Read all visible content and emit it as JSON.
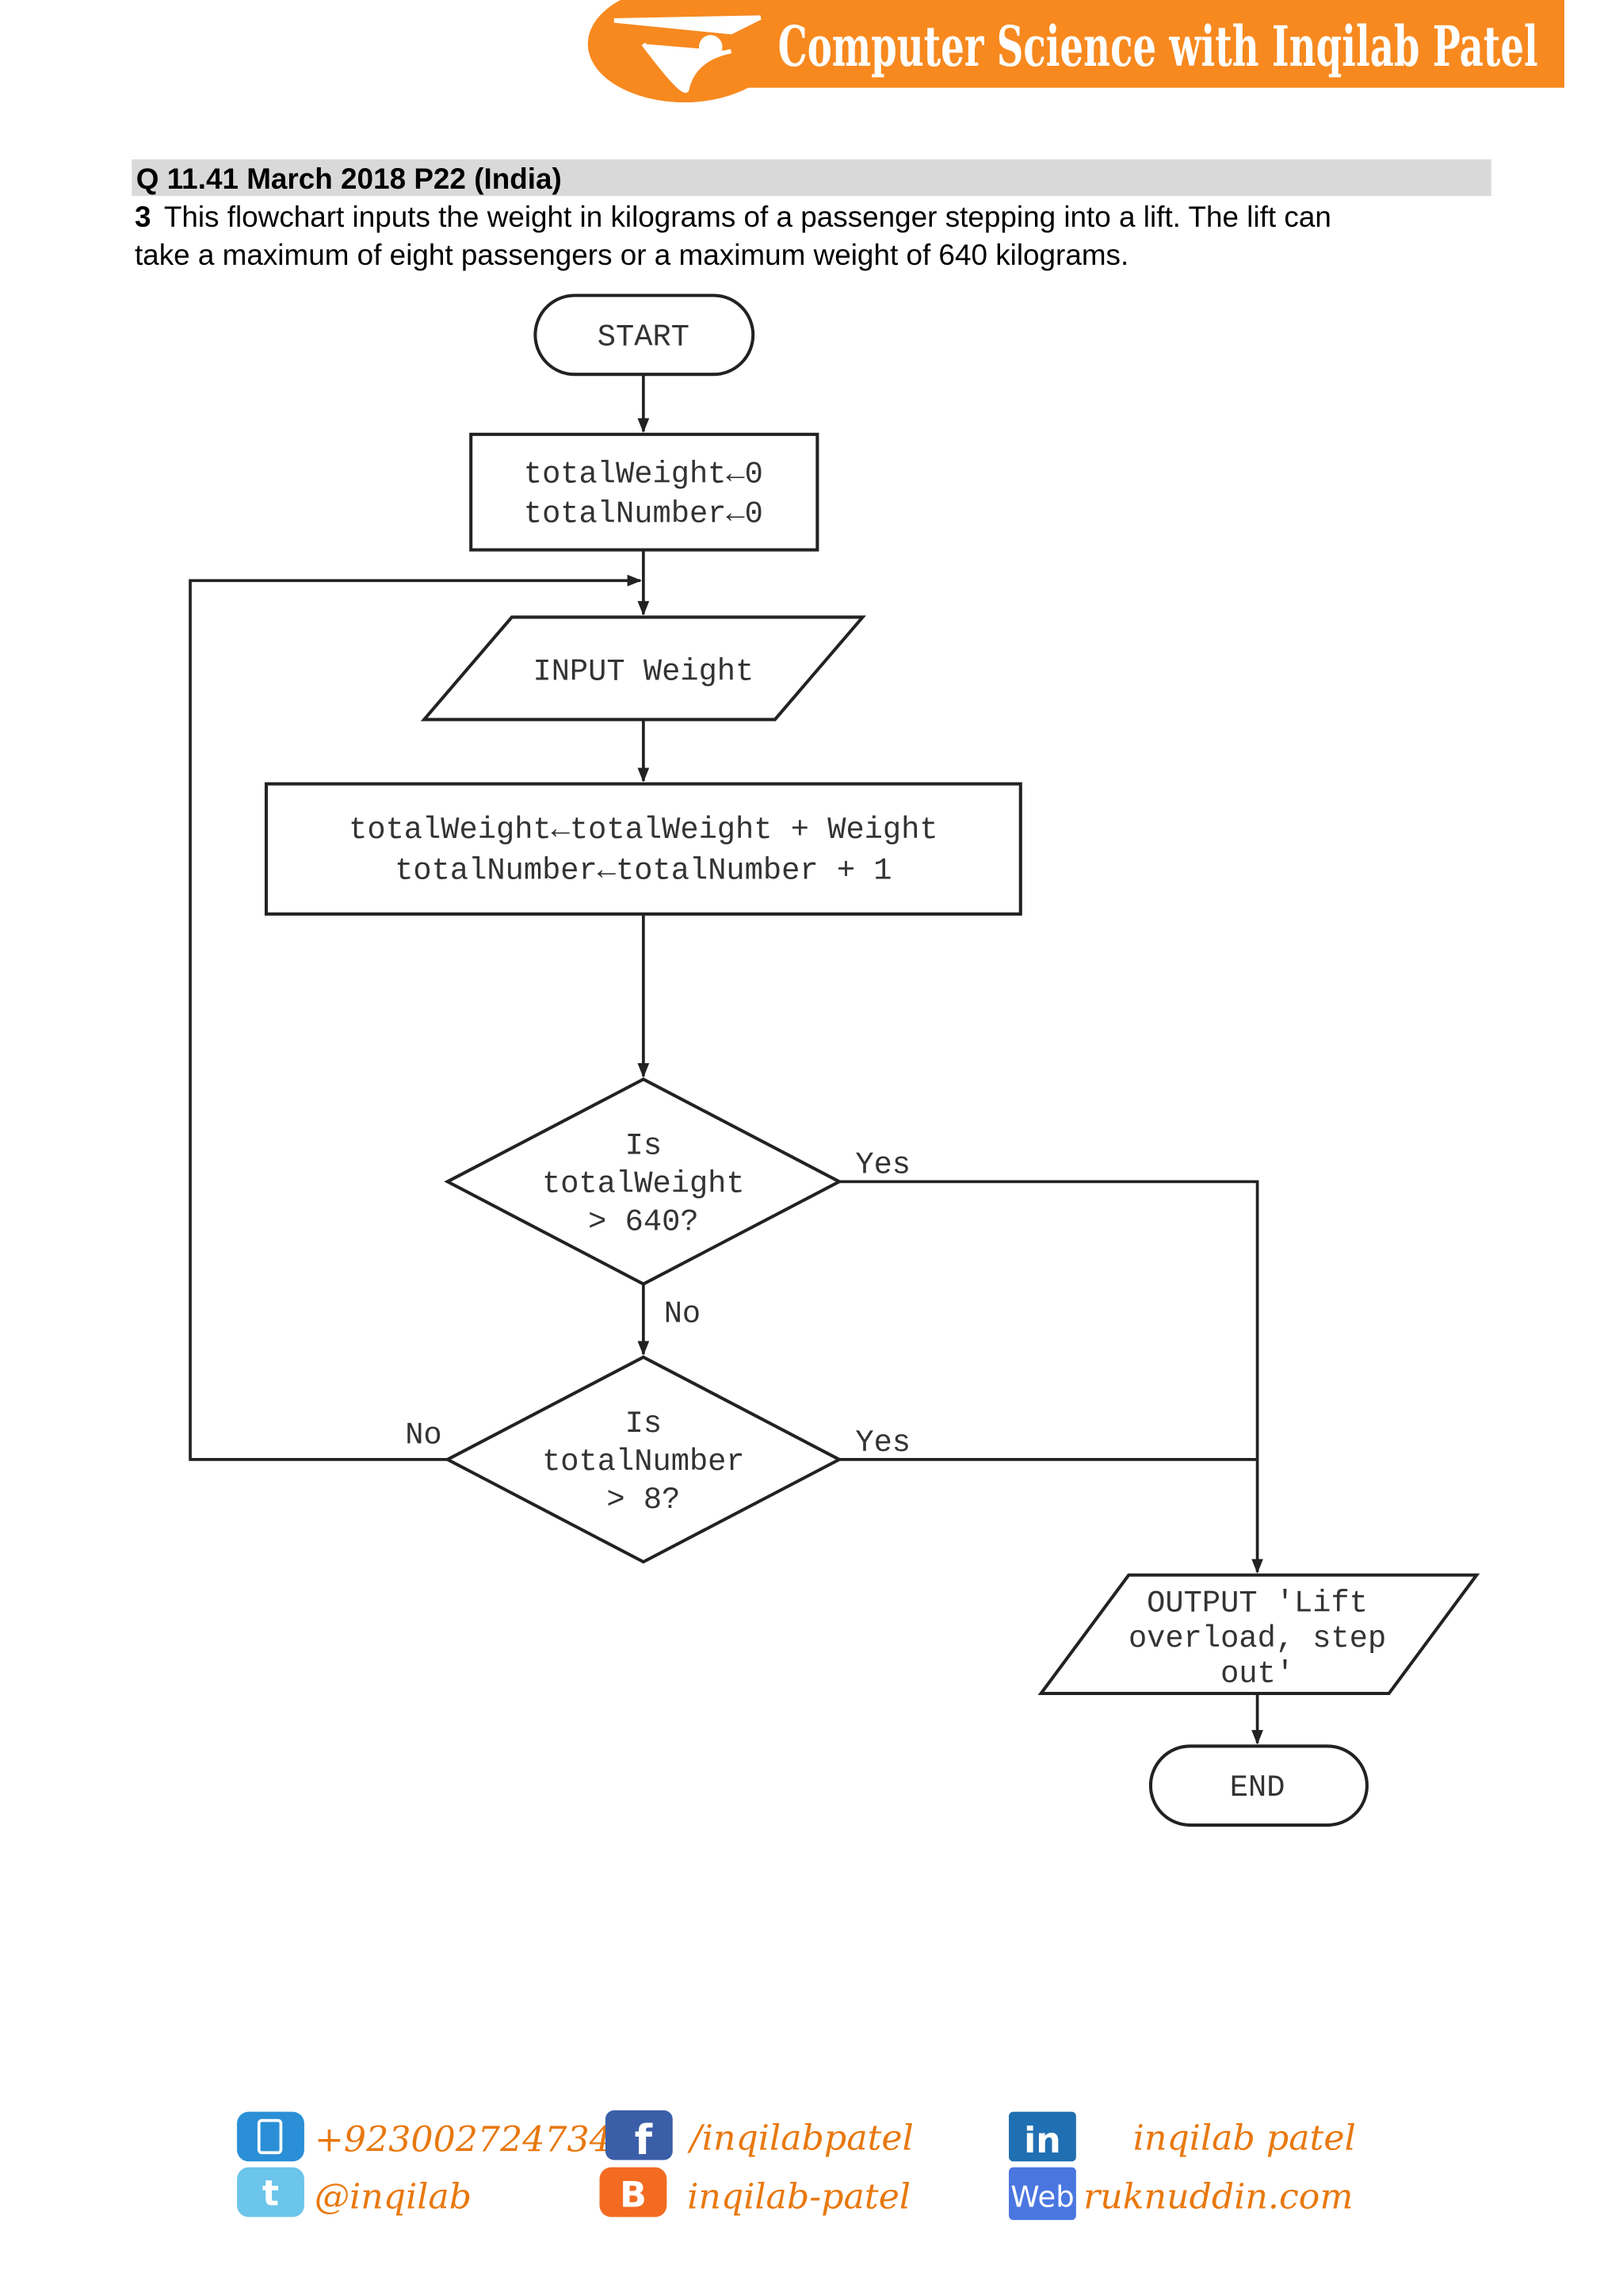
{
  "header": {
    "brand": "Computer Science with Inqilab Patel",
    "brand_color": "#f7891f"
  },
  "question": {
    "heading": "Q 11.41 March 2018 P22 (India)",
    "number": "3",
    "text_line1": "This flowchart inputs the weight in kilograms of a passenger stepping into a lift. The lift can",
    "text_line2": "take a maximum of eight passengers or a maximum weight of 640 kilograms."
  },
  "flowchart": {
    "start": "START",
    "init": [
      "totalWeight←0",
      "totalNumber←0"
    ],
    "input": "INPUT Weight",
    "process": [
      "totalWeight←totalWeight + Weight",
      "totalNumber←totalNumber + 1"
    ],
    "decision1": [
      "Is",
      "totalWeight",
      "> 640?"
    ],
    "decision2": [
      "Is",
      "totalNumber",
      "> 8?"
    ],
    "yes": "Yes",
    "no": "No",
    "output": [
      "OUTPUT 'Lift",
      "overload, step",
      "out'"
    ],
    "end": "END"
  },
  "footer": {
    "phone": "+923002724734",
    "facebook": "/inqilabpatel",
    "linkedin": "inqilab patel",
    "twitter": "@inqilab",
    "blogger": "inqilab-patel",
    "web": "ruknuddin.com",
    "web_icon_label": "Web"
  }
}
